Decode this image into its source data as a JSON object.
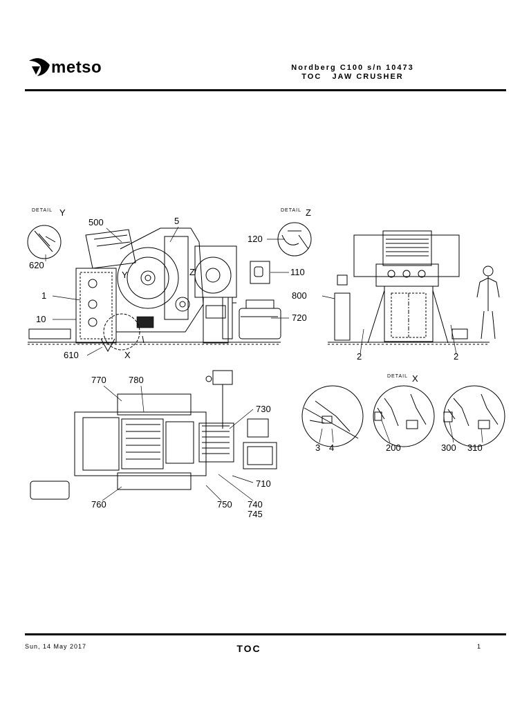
{
  "header": {
    "logo_text": "metso",
    "title_line1": "Nordberg C100 s/n 10473",
    "title_line2": "TOC   JAW CRUSHER"
  },
  "drawing": {
    "detail_y": {
      "word": "DETAIL",
      "letter": "Y"
    },
    "detail_z": {
      "word": "DETAIL",
      "letter": "Z"
    },
    "detail_x": {
      "word": "DETAIL",
      "letter": "X"
    },
    "callouts": {
      "c500": "500",
      "c5": "5",
      "c120": "120",
      "c620": "620",
      "c110": "110",
      "cY": "Y",
      "cZ": "Z",
      "c1": "1",
      "c10": "10",
      "c800": "800",
      "c720": "720",
      "c610": "610",
      "cX": "X",
      "c2a": "2",
      "c2b": "2",
      "c770": "770",
      "c780": "780",
      "c730": "730",
      "c710": "710",
      "c760": "760",
      "c750": "750",
      "c740": "740",
      "c745": "745",
      "c3": "3",
      "c4": "4",
      "c200": "200",
      "c300": "300",
      "c310": "310"
    }
  },
  "footer": {
    "date": "Sun, 14 May 2017",
    "section": "TOC",
    "page": "1"
  }
}
